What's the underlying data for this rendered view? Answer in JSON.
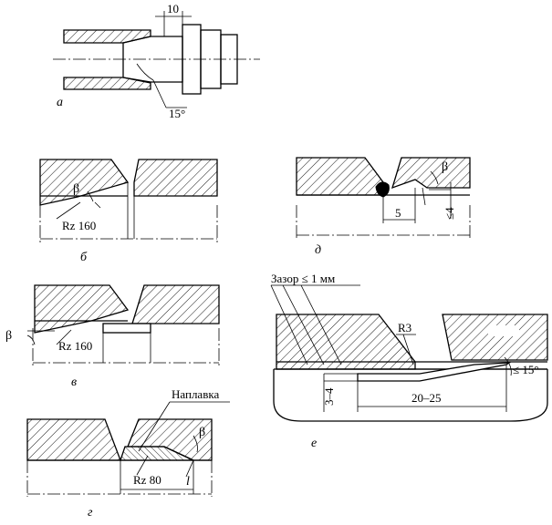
{
  "panels": {
    "a": {
      "caption": "а",
      "dim_top": "10",
      "angle": "15°"
    },
    "b": {
      "caption": "б",
      "beta": "β",
      "roughness": "Rz 160"
    },
    "d": {
      "caption": "д",
      "beta": "β",
      "dim_bottom": "5",
      "dim_right": "≤4"
    },
    "v": {
      "caption": "в",
      "beta": "β",
      "roughness": "Rz 160"
    },
    "g": {
      "caption": "г",
      "beta": "β",
      "roughness": "Rz 80",
      "note": "Наплавка",
      "length": "l"
    },
    "e": {
      "caption": "е",
      "gap_note": "Зазор ≤ 1 мм",
      "radius": "R3",
      "angle": "≤ 15°",
      "dim_left": "3–4",
      "dim_bottom": "20–25"
    }
  }
}
